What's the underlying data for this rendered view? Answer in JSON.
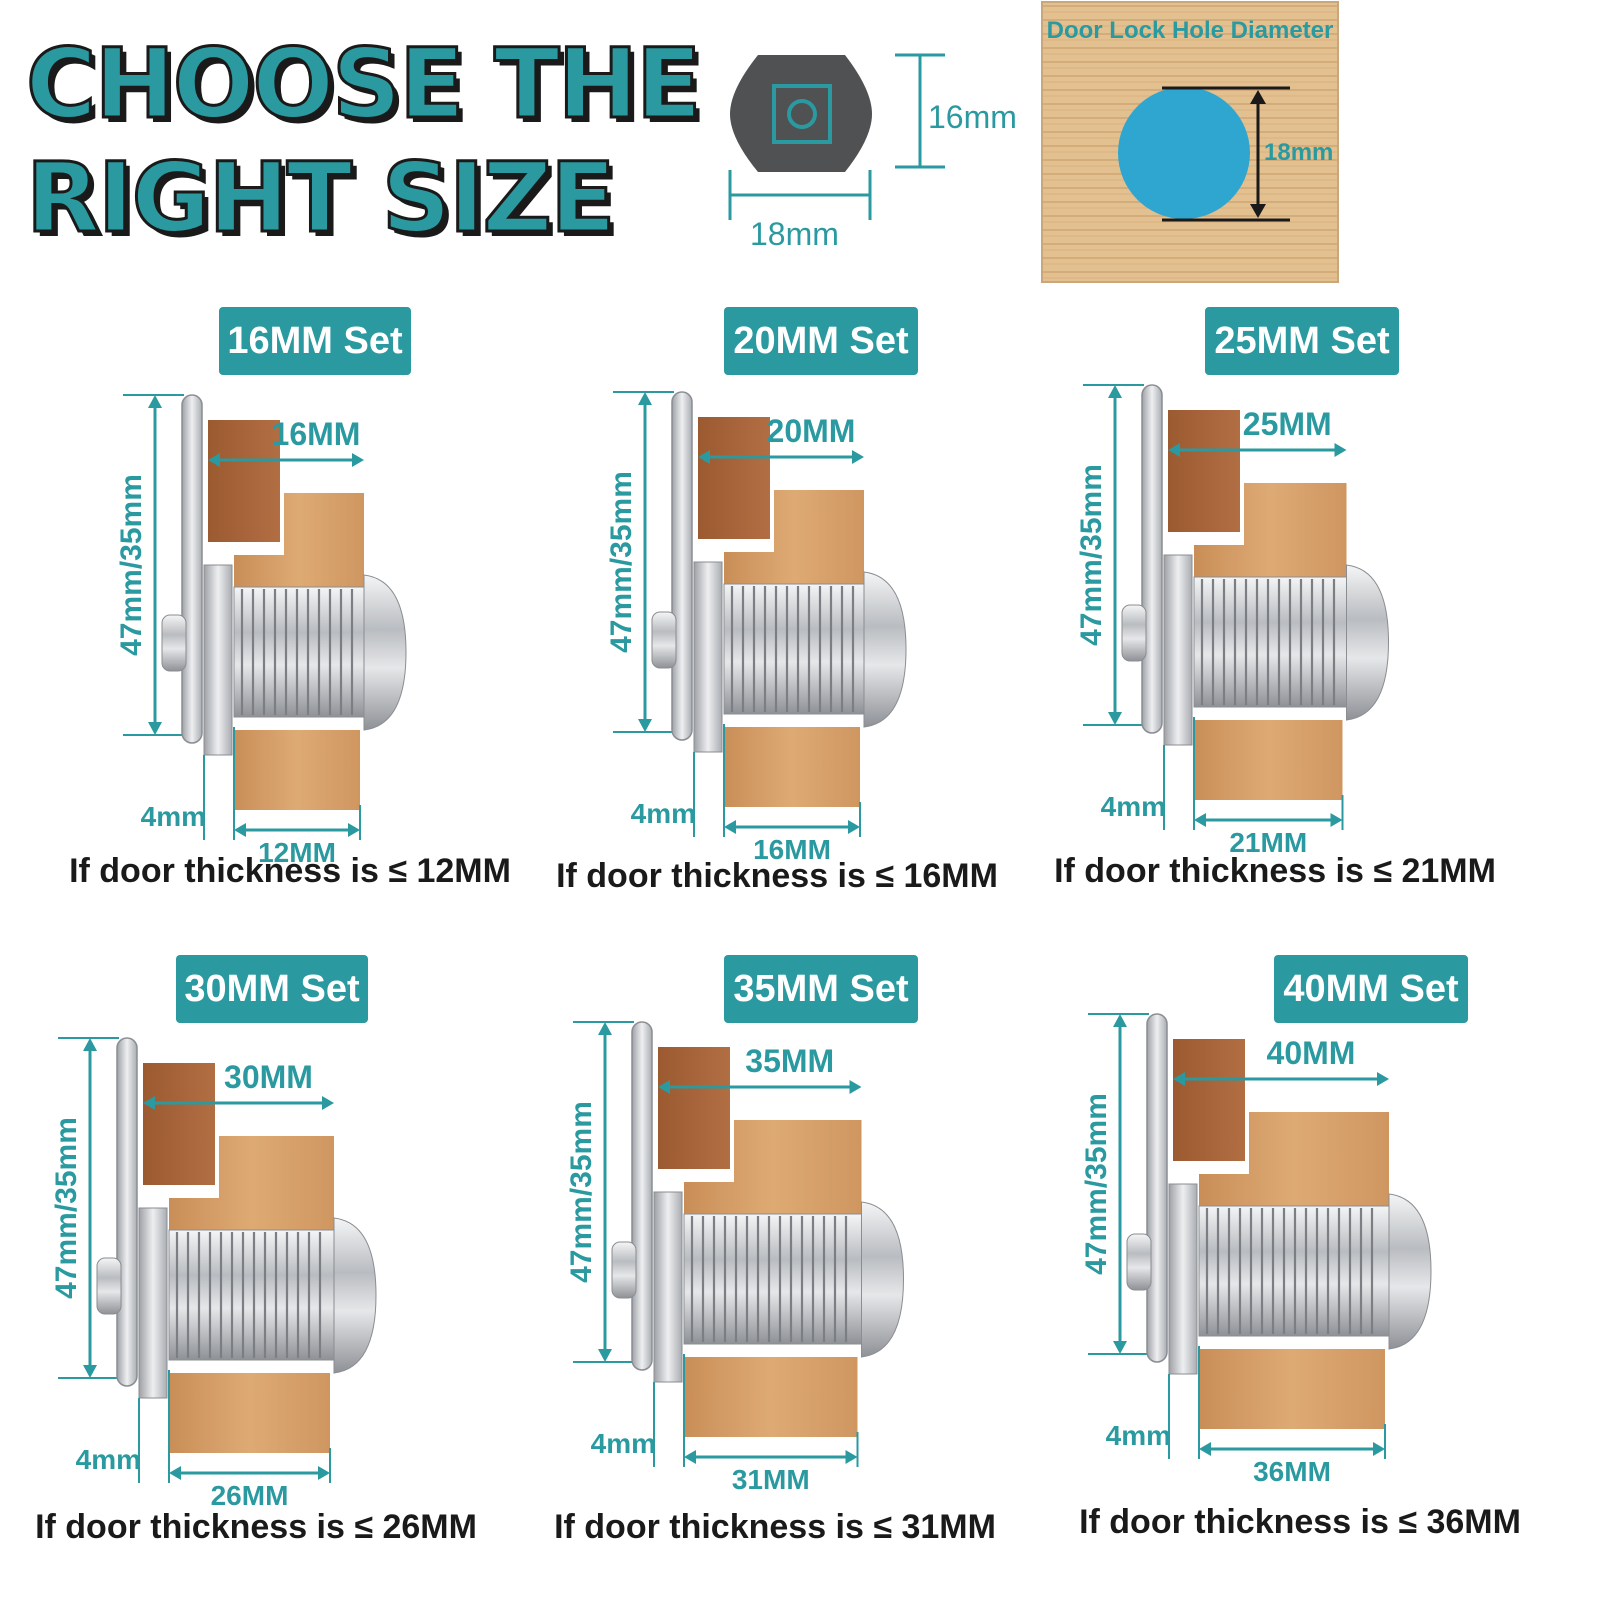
{
  "header": {
    "line1": "CHOOSE THE",
    "line2": "RIGHT SIZE"
  },
  "cam_dims": {
    "height": "16mm",
    "width": "18mm"
  },
  "hole_panel": {
    "title": "Door Lock Hole Diameter",
    "diameter": "18mm"
  },
  "sets": [
    {
      "title": "16MM Set",
      "length": "16MM",
      "height": "47mm/35mm",
      "flange": "4mm",
      "door": "12MM",
      "caption": "If door thickness is ≤ 12MM",
      "cylinder_mm": 16
    },
    {
      "title": "20MM Set",
      "length": "20MM",
      "height": "47mm/35mm",
      "flange": "4mm",
      "door": "16MM",
      "caption": "If door thickness is ≤ 16MM",
      "cylinder_mm": 20
    },
    {
      "title": "25MM Set",
      "length": "25MM",
      "height": "47mm/35mm",
      "flange": "4mm",
      "door": "21MM",
      "caption": "If door thickness is ≤ 21MM",
      "cylinder_mm": 25
    },
    {
      "title": "30MM Set",
      "length": "30MM",
      "height": "47mm/35mm",
      "flange": "4mm",
      "door": "26MM",
      "caption": "If door thickness is ≤ 26MM",
      "cylinder_mm": 30
    },
    {
      "title": "35MM Set",
      "length": "35MM",
      "height": "47mm/35mm",
      "flange": "4mm",
      "door": "31MM",
      "caption": "If door thickness is ≤ 31MM",
      "cylinder_mm": 35
    },
    {
      "title": "40MM Set",
      "length": "40MM",
      "height": "47mm/35mm",
      "flange": "4mm",
      "door": "36MM",
      "caption": "If door thickness is ≤ 36MM",
      "cylinder_mm": 40
    }
  ],
  "colors": {
    "accent": "#2a9aa0",
    "wood_light": "#d6a06a",
    "wood_dark": "#a8643a",
    "metal": "#c9ccd0"
  }
}
